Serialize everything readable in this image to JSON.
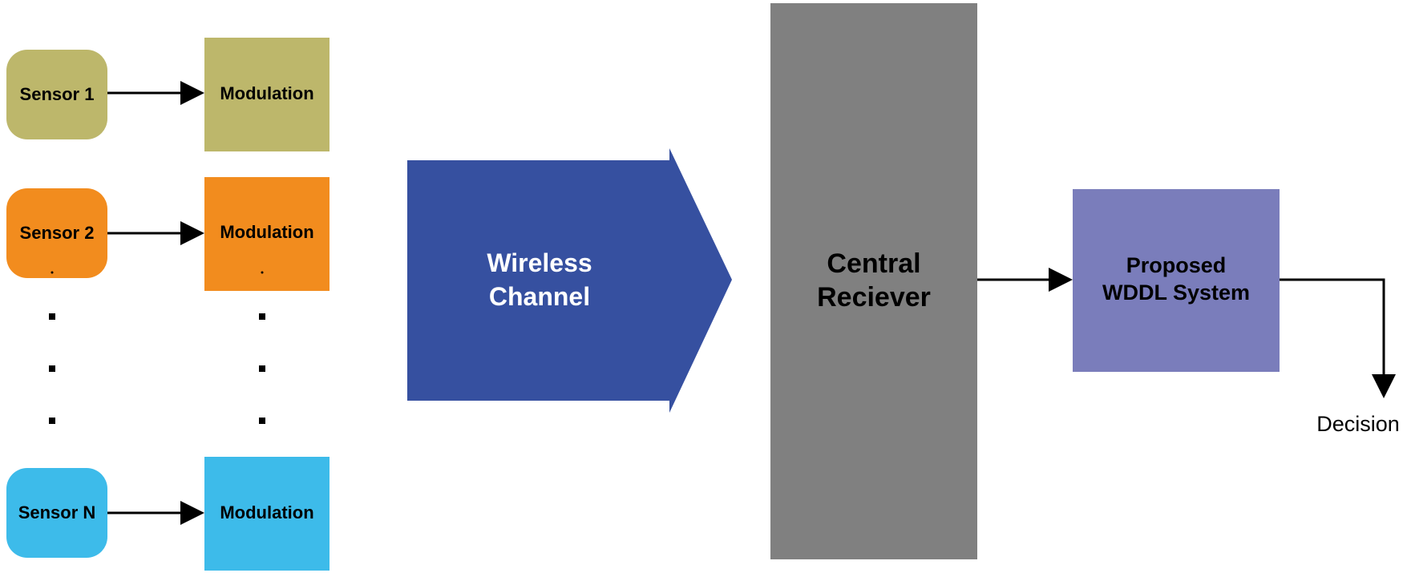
{
  "diagram": {
    "sensors": [
      {
        "label": "Sensor 1",
        "modulation_label": "Modulation",
        "color": "#BDB76B"
      },
      {
        "label": "Sensor 2",
        "modulation_label": "Modulation",
        "color": "#F28C1E"
      },
      {
        "label": "Sensor N",
        "modulation_label": "Modulation",
        "color": "#3DBBEA"
      }
    ],
    "wireless_channel": {
      "lines": [
        "Wireless",
        "Channel"
      ],
      "color": "#3650A0"
    },
    "central_receiver": {
      "lines": [
        "Central",
        "Reciever"
      ],
      "color": "#808080"
    },
    "wddl_system": {
      "lines": [
        "Proposed",
        "WDDL System"
      ],
      "color": "#7A7DBB"
    },
    "output_label": "Decision"
  }
}
